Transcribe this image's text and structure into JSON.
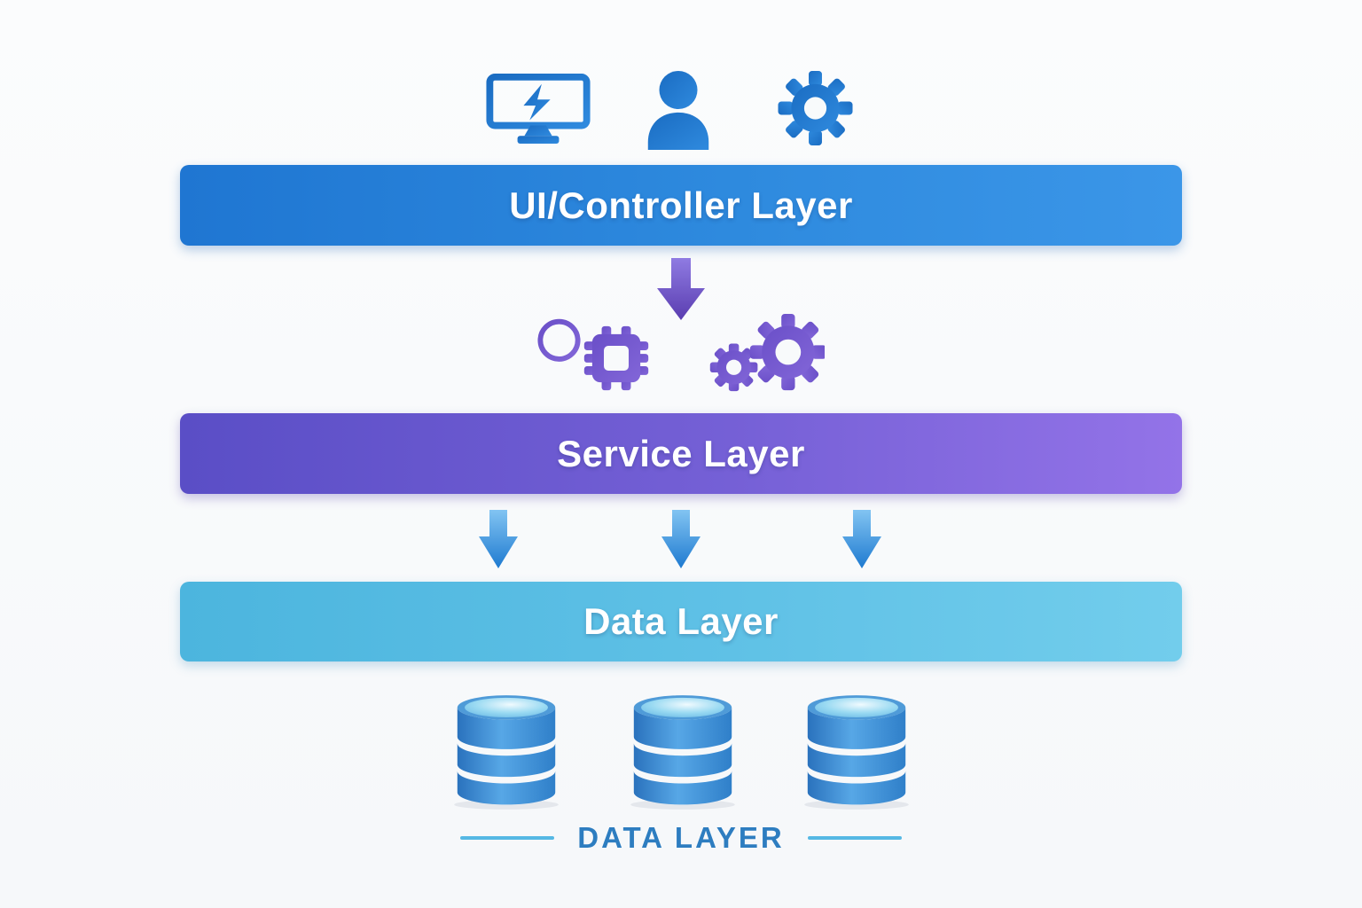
{
  "layers": {
    "ui": {
      "label": "UI/Controller Layer",
      "gradient_start": "#1f76d2",
      "gradient_end": "#3b96e8",
      "icons": [
        "monitor-bolt-icon",
        "user-icon",
        "gear-icon"
      ]
    },
    "service": {
      "label": "Service Layer",
      "gradient_start": "#5a4ec6",
      "gradient_end": "#9373e8",
      "icons": [
        "lightbulb-icon",
        "chip-icon",
        "double-gears-icon"
      ]
    },
    "data": {
      "label": "Data Layer",
      "gradient_start": "#4cb5de",
      "gradient_end": "#72cdec",
      "icons": [
        "database-icon",
        "database-icon",
        "database-icon"
      ]
    }
  },
  "arrows": {
    "ui_to_service": {
      "count": 1,
      "color_start": "#8f7be2",
      "color_end": "#5a3db0"
    },
    "service_to_data": {
      "count": 3,
      "color_start": "#82c4f2",
      "color_end": "#1e7ad0"
    }
  },
  "footer": {
    "label": "DATA LAYER",
    "text_color": "#2d7dc0",
    "line_color": "#55b8e4"
  },
  "colors": {
    "background": "#f8fafb",
    "icon_blue": "#1d72c9",
    "icon_purple": "#7257ce",
    "db_body_dark": "#2a72bd",
    "db_body_light": "#57a7e6",
    "db_top_highlight": "#eef9fe"
  }
}
